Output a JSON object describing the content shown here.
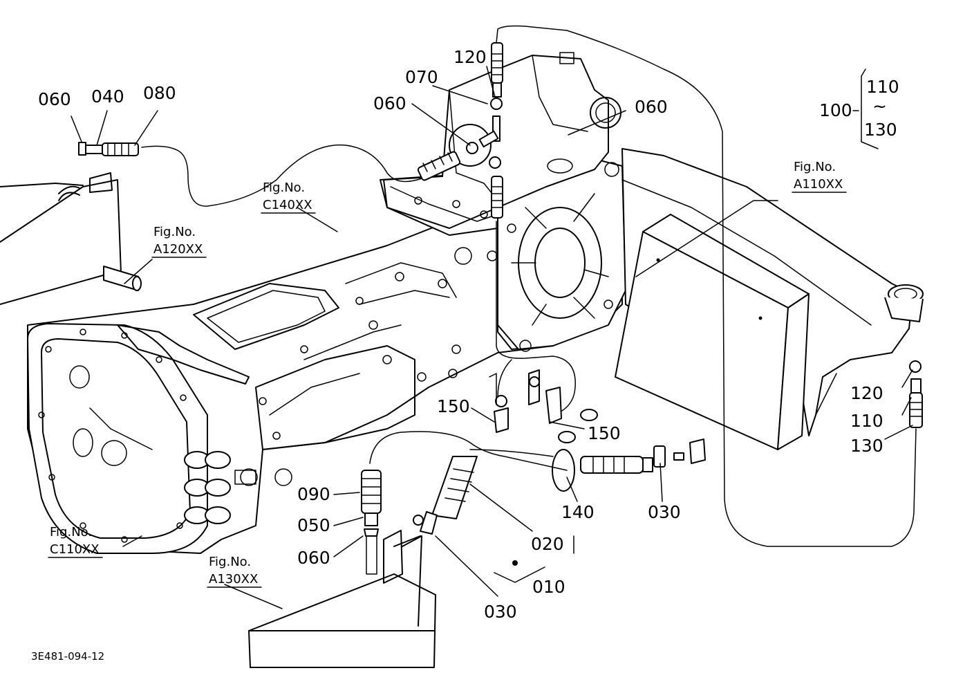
{
  "labels": {
    "l060_tl": "060",
    "l040": "040",
    "l080": "080",
    "l120_top": "120",
    "l070": "070",
    "l060_mid": "060",
    "l060_right": "060",
    "l100": "100",
    "l110_top": "110",
    "l130_top": "130",
    "tilde": "~",
    "l150_left": "150",
    "l150_right": "150",
    "l120_r": "120",
    "l110_r": "110",
    "l130_r": "130",
    "l090": "090",
    "l050": "050",
    "l060_bot": "060",
    "l140": "140",
    "l030_right": "030",
    "l020": "020",
    "l010": "010",
    "l030_bot": "030"
  },
  "figrefs": {
    "c140_a": "Fig.No.",
    "c140_b": "C140XX",
    "a120_a": "Fig.No.",
    "a120_b": "A120XX",
    "a110_a": "Fig.No.",
    "a110_b": "A110XX",
    "c110_a": "Fig.No.",
    "c110_b": "C110XX",
    "a130_a": "Fig.No.",
    "a130_b": "A130XX"
  },
  "drawing_code": "3E481-094-12"
}
